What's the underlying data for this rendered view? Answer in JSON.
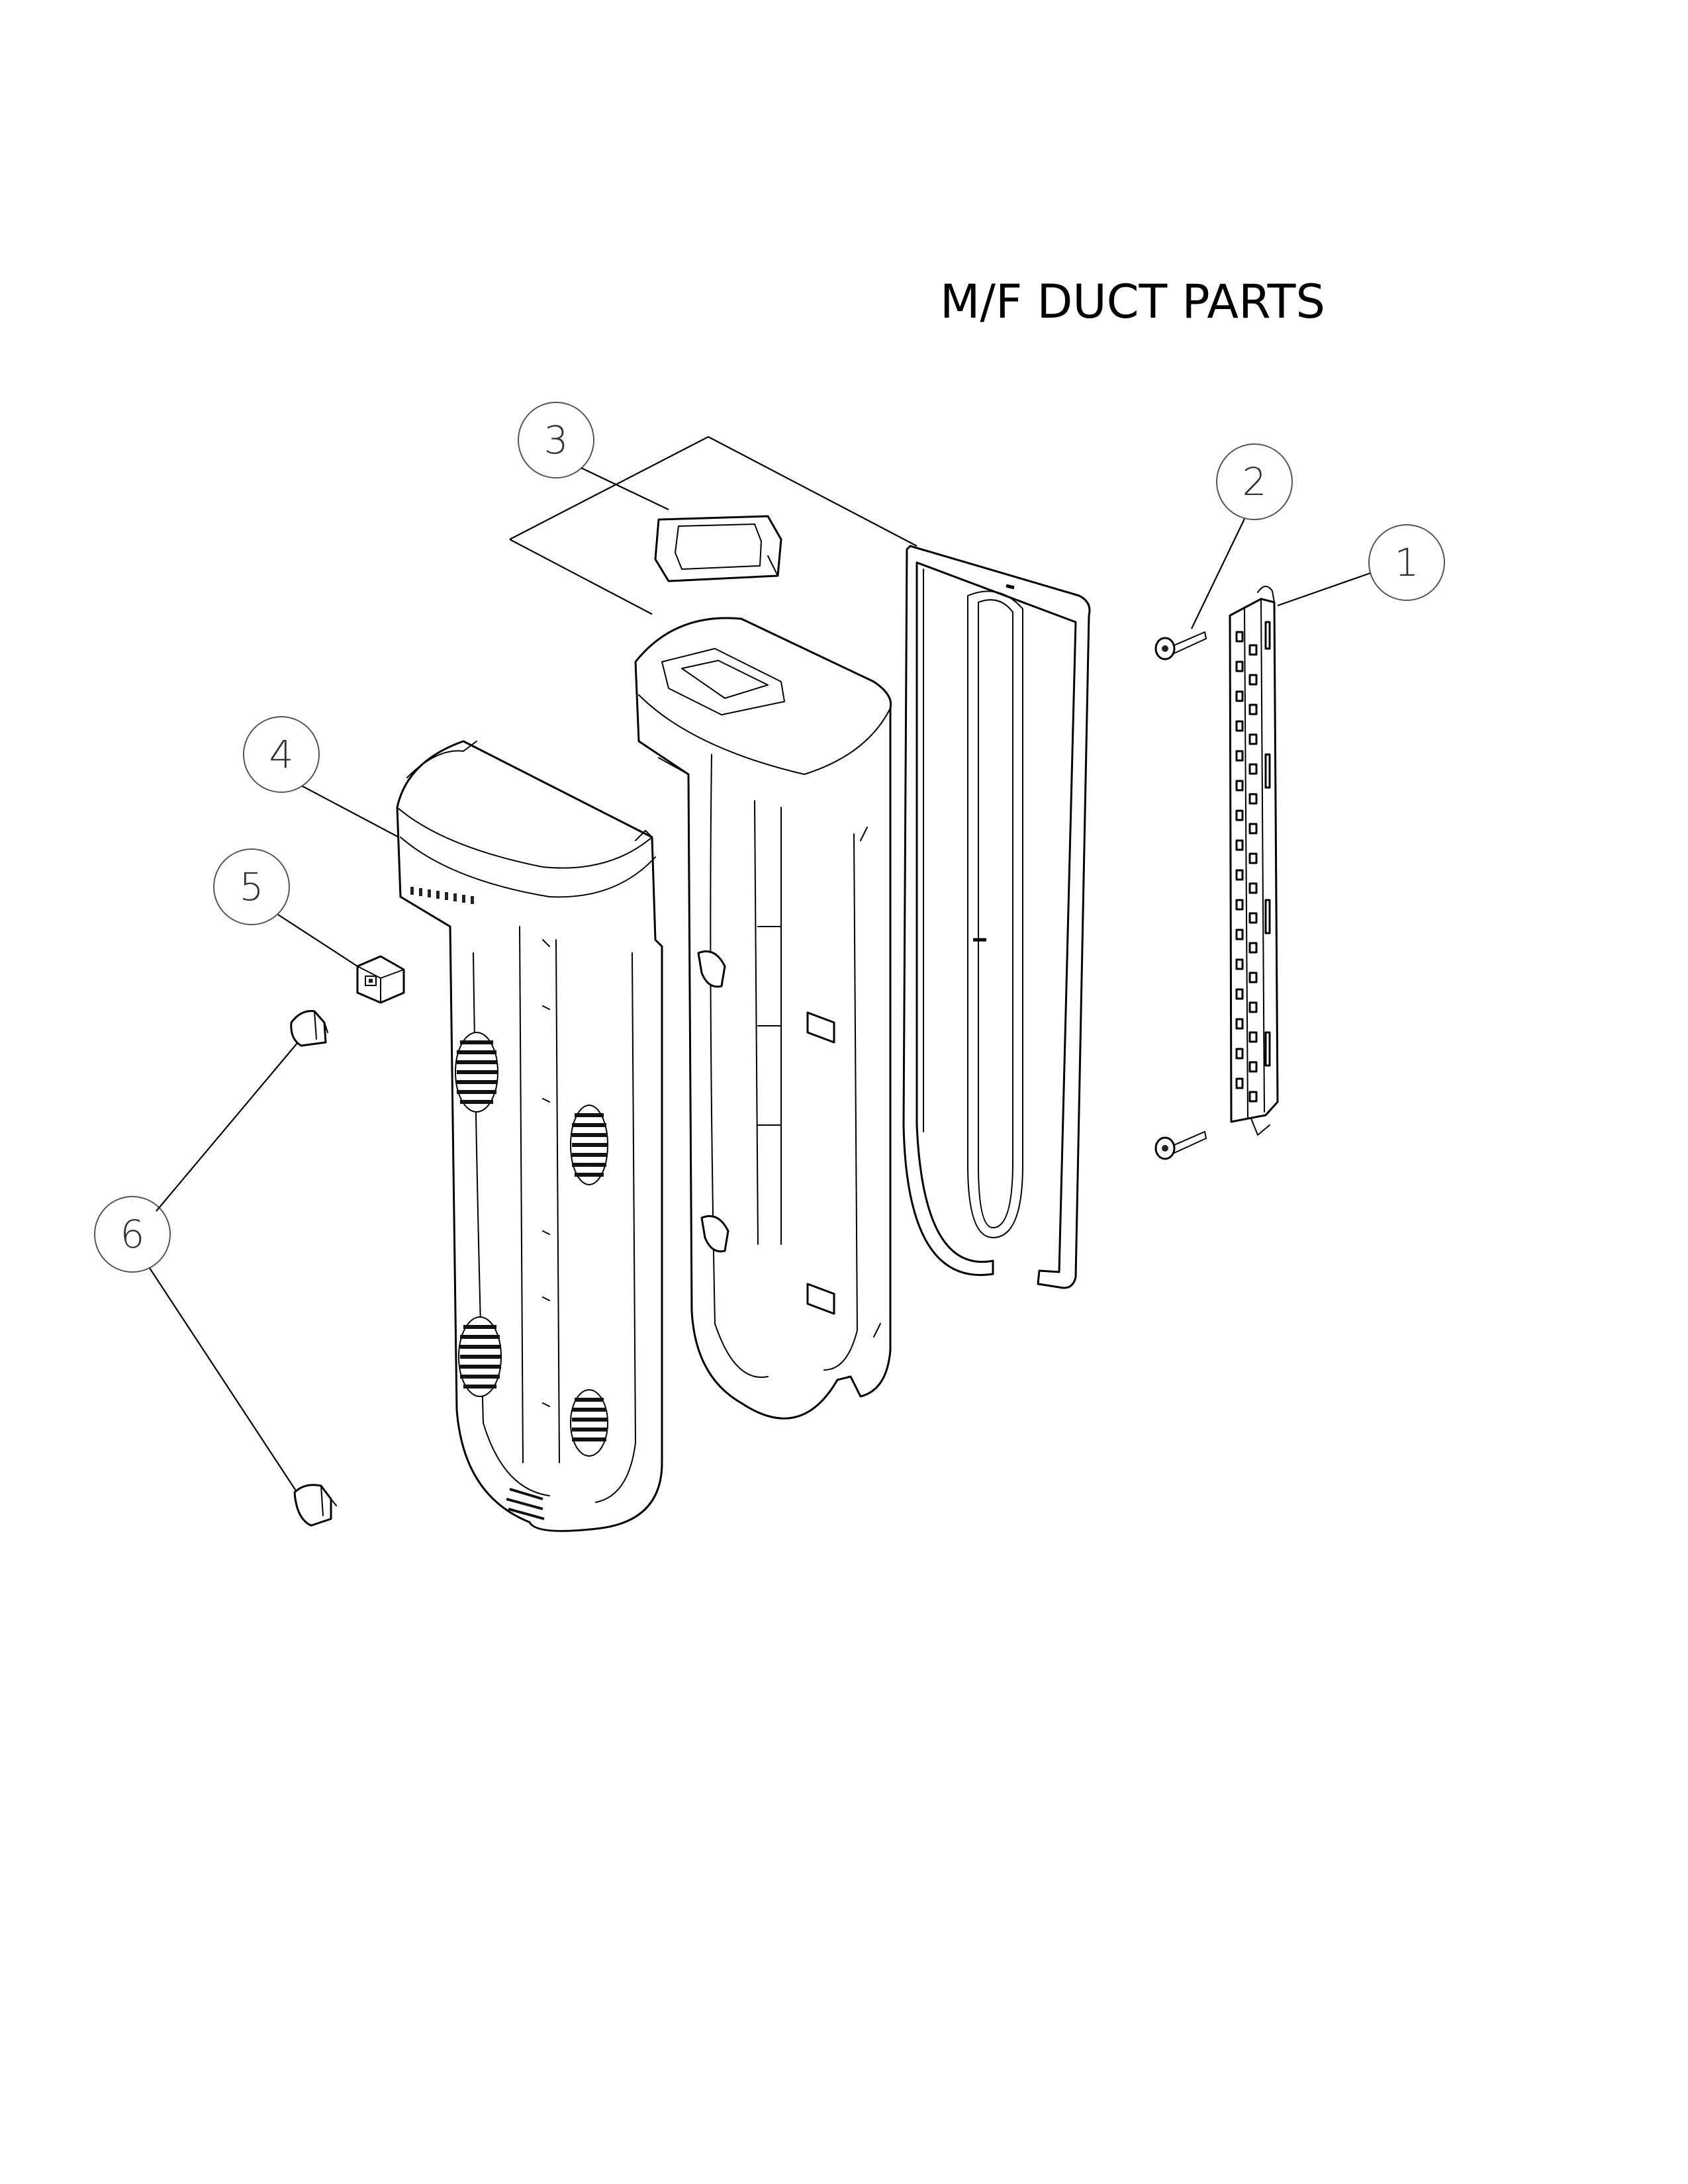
{
  "title": "M/F DUCT PARTS",
  "callouts": [
    {
      "id": "1",
      "label": "1"
    },
    {
      "id": "2",
      "label": "2"
    },
    {
      "id": "3",
      "label": "3"
    },
    {
      "id": "4",
      "label": "4"
    },
    {
      "id": "5",
      "label": "5"
    },
    {
      "id": "6",
      "label": "6"
    }
  ]
}
